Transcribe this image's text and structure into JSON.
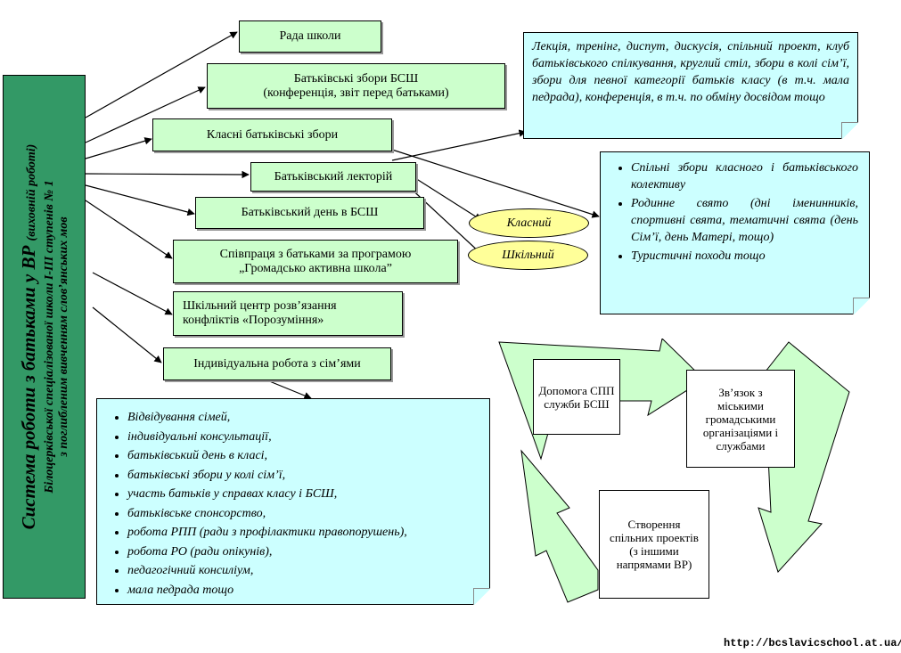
{
  "vertical": {
    "title": "Система роботи з батьками у ВР",
    "title_note": "(виховній роботі)",
    "subtitle1": "Білоцерківської спеціалізованої школи І-ІІІ ступенів № 1",
    "subtitle2": "з поглибленим вивченням слов’янських мов"
  },
  "boxes": {
    "rada": "Рада школи",
    "zbory_line1": "Батьківські  збори БСШ",
    "zbory_line2": "(конференція,  звіт перед батьками)",
    "klasni": "Класні  батьківські  збори",
    "lektoriy": "Батьківський  лекторій",
    "den": "Батьківський  день  в  БСШ",
    "spivpratsia_line1": "Співпраця з батьками за програмою",
    "spivpratsia_line2": "„Громадсько  активна школа”",
    "tsentr_line1": "Шкільний центр розв’язання",
    "tsentr_line2": "конфліктів  «Порозуміння»",
    "indyvidualna": "Індивідуальна  робота  з  сім’ями"
  },
  "ovals": {
    "klasnyi": "Класний",
    "shkilnyi": "Шкільний"
  },
  "note_top": "Лекція,  тренінг,  диспут,  дискусія,  спільний проект, клуб батьківського спілкування, круглий стіл, збори в колі сім’ї, збори для певної категорії  батьків  класу (в т.ч. мала педрада), конференція, в т.ч. по  обміну досвідом  тощо",
  "note_right": [
    "Спільні  збори  класного  і батьківського колективу",
    "Родинне свято (дні іменинників, спортивні  свята, тематичні свята (день Сім’ї, день  Матері, тощо)",
    "Туристичні  походи  тощо"
  ],
  "note_bottom": [
    "Відвідування  сімей,",
    "індивідуальні  консультації,",
    "батьківський день в класі,",
    "батьківські збори  у  колі  сім’ї,",
    "участь  батьків  у  справах класу  і БСШ,",
    "батьківське спонсорство,",
    "робота РПП (ради з профілактики  правопорушень),",
    "робота  РО (ради опікунів),",
    "педагогічний  консиліум,",
    "мала педрада  тощо"
  ],
  "cycle": {
    "box1": "Допомога СПП служби БСШ",
    "box2_line1": "Зв’язок  з",
    "box2_line2": "міськими громадськими організаціями  і  службами",
    "box3": "Створення спільних проектів (з іншими напрямами ВР)"
  },
  "footer_url": "http://bcslavicschool.at.ua/"
}
